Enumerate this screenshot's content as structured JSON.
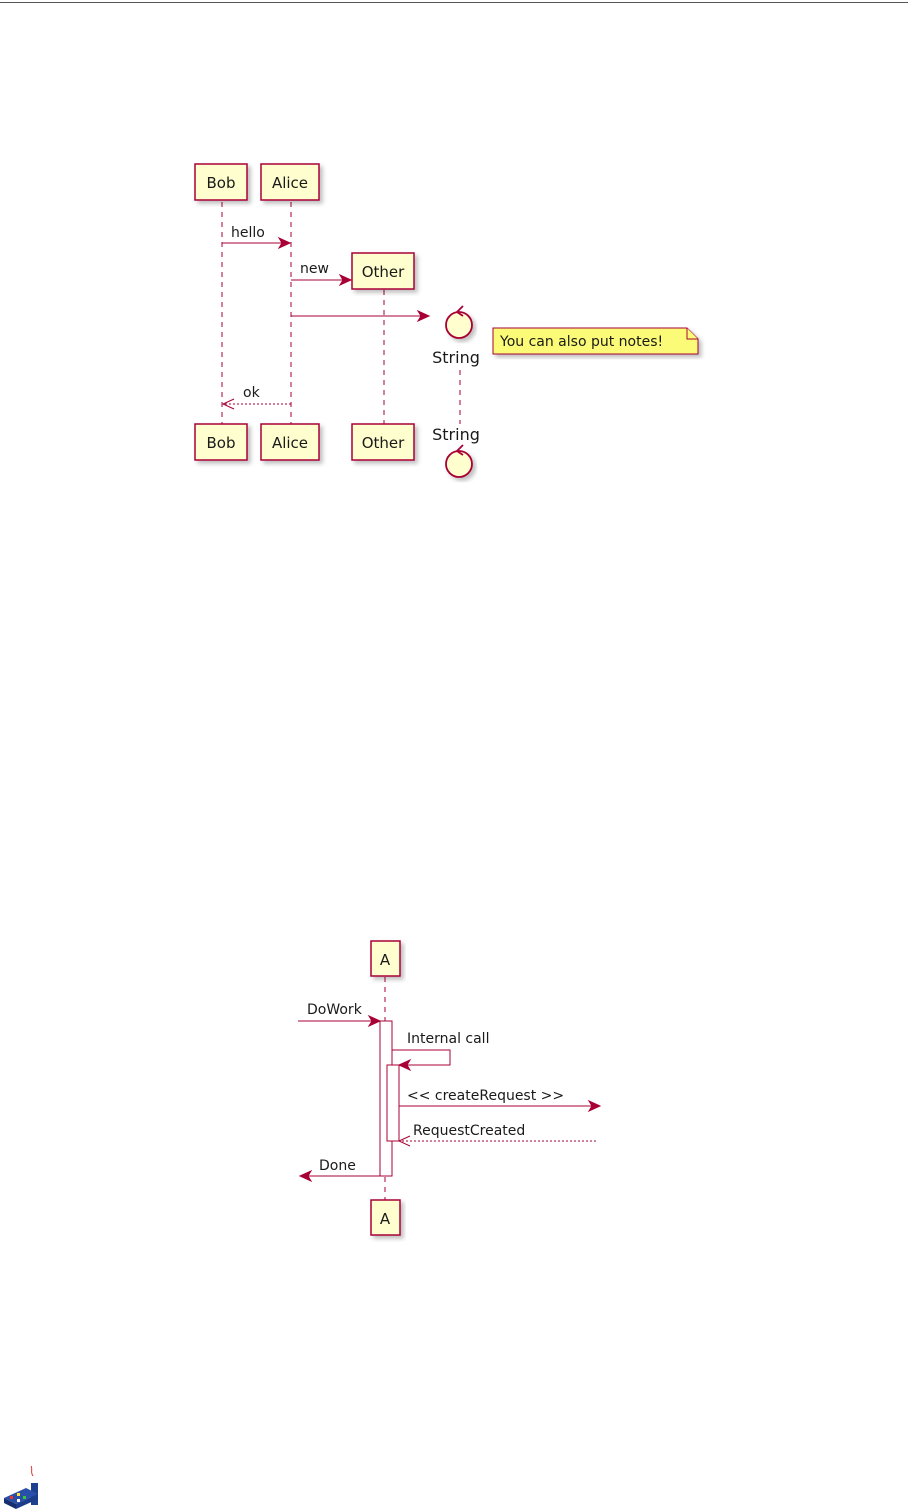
{
  "diagram1": {
    "participants": {
      "bob": "Bob",
      "alice": "Alice",
      "other": "Other",
      "string": "String"
    },
    "messages": {
      "hello": "hello",
      "new": "new",
      "ok": "ok"
    },
    "note": "You can also put notes!"
  },
  "diagram2": {
    "participant": "A",
    "messages": {
      "dowork": "DoWork",
      "internal_call": "Internal call",
      "create_request": "<< createRequest >>",
      "request_created": "RequestCreated",
      "done": "Done"
    }
  },
  "colors": {
    "participant_fill": "#fefece",
    "line": "#a80036",
    "note_fill": "#fbfb77"
  },
  "footer_logo": "logo-icon"
}
